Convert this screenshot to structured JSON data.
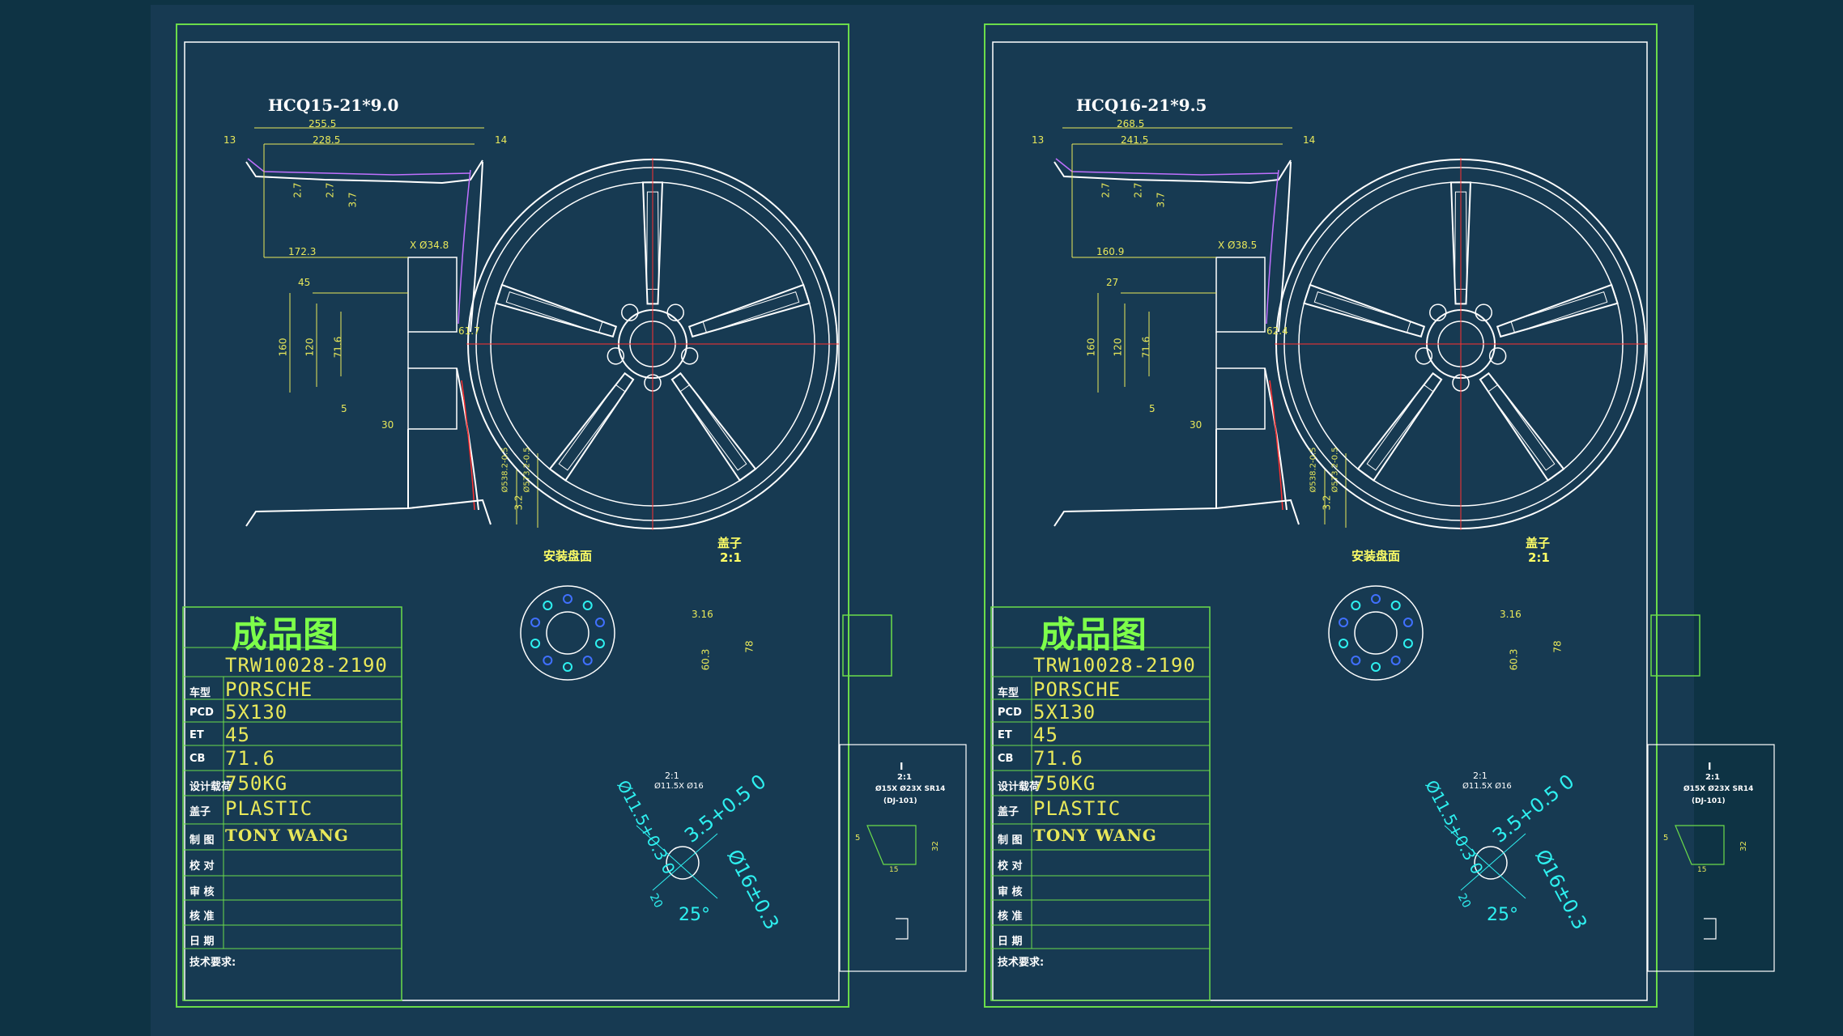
{
  "sheets": [
    {
      "wheel_code": "HCQ15-21*9.0",
      "dims": {
        "overall_width": "255.5",
        "inner_width": "228.5",
        "left_flange": "13",
        "right_flange": "14",
        "wall_a": "2.7",
        "wall_b": "2.7",
        "wall_c": "3.7",
        "depth": "172.3",
        "bore": "X Ø34.8",
        "offset": "45",
        "hub_height": "61.7",
        "pcd": "160",
        "pcd_inner": "120",
        "cb": "71.6",
        "step": "5",
        "pad": "30",
        "dia_a": "Ø538.2-0.5",
        "dia_b": "Ø573.2-0.5",
        "lip": "3.2"
      },
      "captions": {
        "mount_face": "安装盘面",
        "cap": "盖子",
        "cap_scale": "2:1"
      },
      "cap_dims": {
        "a": "3.16",
        "b": "78",
        "c": "60.3"
      },
      "hole_detail": {
        "scale": "2:1",
        "spec": "Ø11.5X Ø16",
        "depth": "3.5+0.5 0",
        "dia1": "Ø11.5+0.3 0",
        "dia2": "Ø16±0.3",
        "angle": "25°",
        "len": "20"
      },
      "detail_box": {
        "title": "I",
        "scale": "2:1",
        "spec": "Ø15X Ø23X SR14",
        "note": "(DJ-101)",
        "a": "5",
        "b": "32",
        "c": "15"
      },
      "title_block": {
        "heading": "成品图",
        "part_no": "TRW10028-2190",
        "rows": [
          {
            "label": "车型",
            "value": "PORSCHE"
          },
          {
            "label": "PCD",
            "value": "5X130"
          },
          {
            "label": "ET",
            "value": "45"
          },
          {
            "label": "CB",
            "value": "71.6"
          },
          {
            "label": "设计载荷",
            "value": "750KG"
          },
          {
            "label": "盖子",
            "value": "PLASTIC"
          },
          {
            "label": "制 图",
            "value": "TONY WANG"
          },
          {
            "label": "校 对",
            "value": ""
          },
          {
            "label": "审 核",
            "value": ""
          },
          {
            "label": "核 准",
            "value": ""
          },
          {
            "label": "日 期",
            "value": ""
          }
        ],
        "tech_req": "技术要求:"
      }
    },
    {
      "wheel_code": "HCQ16-21*9.5",
      "dims": {
        "overall_width": "268.5",
        "inner_width": "241.5",
        "left_flange": "13",
        "right_flange": "14",
        "wall_a": "2.7",
        "wall_b": "2.7",
        "wall_c": "3.7",
        "depth": "160.9",
        "bore": "X Ø38.5",
        "offset": "27",
        "hub_height": "62.4",
        "pcd": "160",
        "pcd_inner": "120",
        "cb": "71.6",
        "step": "5",
        "pad": "30",
        "dia_a": "Ø538.2-0.5",
        "dia_b": "Ø573.2-0.5",
        "lip": "3.2"
      },
      "captions": {
        "mount_face": "安装盘面",
        "cap": "盖子",
        "cap_scale": "2:1"
      },
      "cap_dims": {
        "a": "3.16",
        "b": "78",
        "c": "60.3"
      },
      "hole_detail": {
        "scale": "2:1",
        "spec": "Ø11.5X Ø16",
        "depth": "3.5+0.5 0",
        "dia1": "Ø11.5+0.3 0",
        "dia2": "Ø16±0.3",
        "angle": "25°",
        "len": "20"
      },
      "detail_box": {
        "title": "I",
        "scale": "2:1",
        "spec": "Ø15X Ø23X SR14",
        "note": "(DJ-101)",
        "a": "5",
        "b": "32",
        "c": "15"
      },
      "title_block": {
        "heading": "成品图",
        "part_no": "TRW10028-2190",
        "rows": [
          {
            "label": "车型",
            "value": "PORSCHE"
          },
          {
            "label": "PCD",
            "value": "5X130"
          },
          {
            "label": "ET",
            "value": "45"
          },
          {
            "label": "CB",
            "value": "71.6"
          },
          {
            "label": "设计载荷",
            "value": "750KG"
          },
          {
            "label": "盖子",
            "value": "PLASTIC"
          },
          {
            "label": "制 图",
            "value": "TONY WANG"
          },
          {
            "label": "校 对",
            "value": ""
          },
          {
            "label": "审 核",
            "value": ""
          },
          {
            "label": "核 准",
            "value": ""
          },
          {
            "label": "日 期",
            "value": ""
          }
        ],
        "tech_req": "技术要求:"
      }
    }
  ],
  "colors": {
    "background": "#0e3344",
    "sheet": "#173a52",
    "frame": "#6bdc4a",
    "outline": "#ffffff",
    "dimension": "#e8e85a",
    "section": "#c070ff",
    "centerline": "#ff3030",
    "hole": "#2ef0f0"
  }
}
